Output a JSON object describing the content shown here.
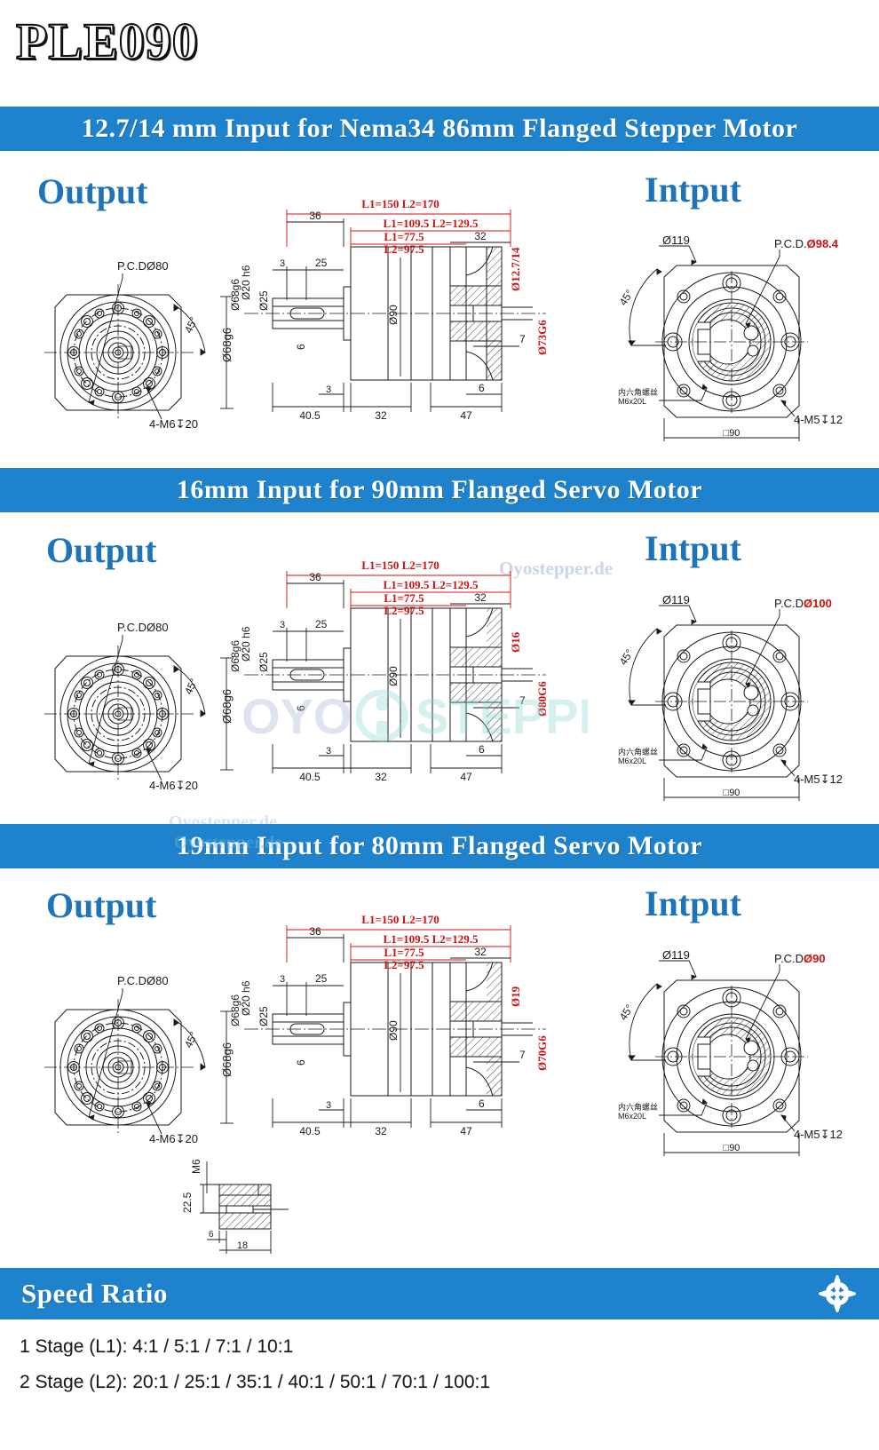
{
  "title": "PLE090",
  "sections": [
    {
      "id": "sec1",
      "header": "12.7/14 mm Input for Nema34 86mm Flanged Stepper Motor",
      "output_caption": "Output",
      "input_caption": "Intput",
      "output_view": {
        "pcd": "P.C.DØ80",
        "angle": "45°",
        "bore": "Ø68g6",
        "holes": "4-M6↧20"
      },
      "section_view": {
        "overall": "L1=150  L2=170",
        "mid": "L1=109.5  L2=129.5",
        "inner_l1": "L1=77.5",
        "inner_l2": "L2=97.5",
        "d36": "36",
        "d32_top": "32",
        "d3": "3",
        "d25": "25",
        "d6_key": "6",
        "shaft_dia": "Ø20 h6",
        "flange_dia": "Ø25",
        "body_dia": "Ø90",
        "pilot_dia": "Ø68g6",
        "input_shaft": "Ø12.7/14",
        "input_pilot": "Ø73G6",
        "d7": "7",
        "d3_bot": "3",
        "d6_bot": "6",
        "b40_5": "40.5",
        "b32": "32",
        "b47": "47"
      },
      "input_view": {
        "outer_dia": "Ø119",
        "angle": "45°",
        "pcd": "P.C.DØ98.4",
        "screw_note_cn": "内六角螺丝",
        "screw_note": "M6x20L",
        "holes": "4-M5↧12",
        "square": "□90"
      }
    },
    {
      "id": "sec2",
      "header": "16mm Input for 90mm Flanged Servo Motor",
      "output_caption": "Output",
      "input_caption": "Intput",
      "output_view": {
        "pcd": "P.C.DØ80",
        "angle": "45°",
        "bore": "Ø68g6",
        "holes": "4-M6↧20"
      },
      "section_view": {
        "overall": "L1=150  L2=170",
        "mid": "L1=109.5  L2=129.5",
        "inner_l1": "L1=77.5",
        "inner_l2": "L2=97.5",
        "d36": "36",
        "d32_top": "32",
        "d3": "3",
        "d25": "25",
        "d6_key": "6",
        "shaft_dia": "Ø20 h6",
        "flange_dia": "Ø25",
        "body_dia": "Ø90",
        "pilot_dia": "Ø68g6",
        "input_shaft": "Ø16",
        "input_pilot": "Ø80G6",
        "d7": "7",
        "d3_bot": "3",
        "d6_bot": "6",
        "b40_5": "40.5",
        "b32": "32",
        "b47": "47"
      },
      "input_view": {
        "outer_dia": "Ø119",
        "angle": "45°",
        "pcd": "P.C.DØ100",
        "screw_note_cn": "内六角螺丝",
        "screw_note": "M6x20L",
        "holes": "4-M5↧12",
        "square": "□90"
      }
    },
    {
      "id": "sec3",
      "header": "19mm Input for 80mm Flanged Servo Motor",
      "output_caption": "Output",
      "input_caption": "Intput",
      "output_view": {
        "pcd": "P.C.DØ80",
        "angle": "45°",
        "bore": "Ø68g6",
        "holes": "4-M6↧20"
      },
      "section_view": {
        "overall": "L1=150  L2=170",
        "mid": "L1=109.5  L2=129.5",
        "inner_l1": "L1=77.5",
        "inner_l2": "L2=97.5",
        "d36": "36",
        "d32_top": "32",
        "d3": "3",
        "d25": "25",
        "d6_key": "6",
        "shaft_dia": "Ø20 h6",
        "flange_dia": "Ø25",
        "body_dia": "Ø90",
        "pilot_dia": "Ø68g6",
        "input_shaft": "Ø19",
        "input_pilot": "Ø70G6",
        "d7": "7",
        "d3_bot": "3",
        "d6_bot": "6",
        "b40_5": "40.5",
        "b32": "32",
        "b47": "47"
      },
      "input_view": {
        "outer_dia": "Ø119",
        "angle": "45°",
        "pcd": "P.C.DØ90",
        "screw_note_cn": "内六角螺丝",
        "screw_note": "M6x20L",
        "holes": "4-M5↧12",
        "square": "□90"
      }
    }
  ],
  "screw_detail": {
    "thread": "M6",
    "depth": "22.5",
    "d6": "6",
    "d18": "18"
  },
  "footer": {
    "header": "Speed Ratio",
    "stage1": "1 Stage (L1): 4:1 / 5:1 / 7:1 / 10:1",
    "stage2": "2 Stage (L2): 20:1 / 25:1 / 35:1 / 40:1 / 50:1 / 70:1 / 100:1"
  },
  "watermarks": {
    "text1": "Oyostepper.de",
    "text2": "Oyostepper.de",
    "text3": "Oyostepper.de",
    "logo_oyo": "OYO",
    "logo_stepper": "STEPPER"
  },
  "colors": {
    "bar_blue": "#1e82cc",
    "caption_blue": "#1e74b8",
    "dim_red": "#d01010",
    "line_black": "#1a1a1a"
  }
}
